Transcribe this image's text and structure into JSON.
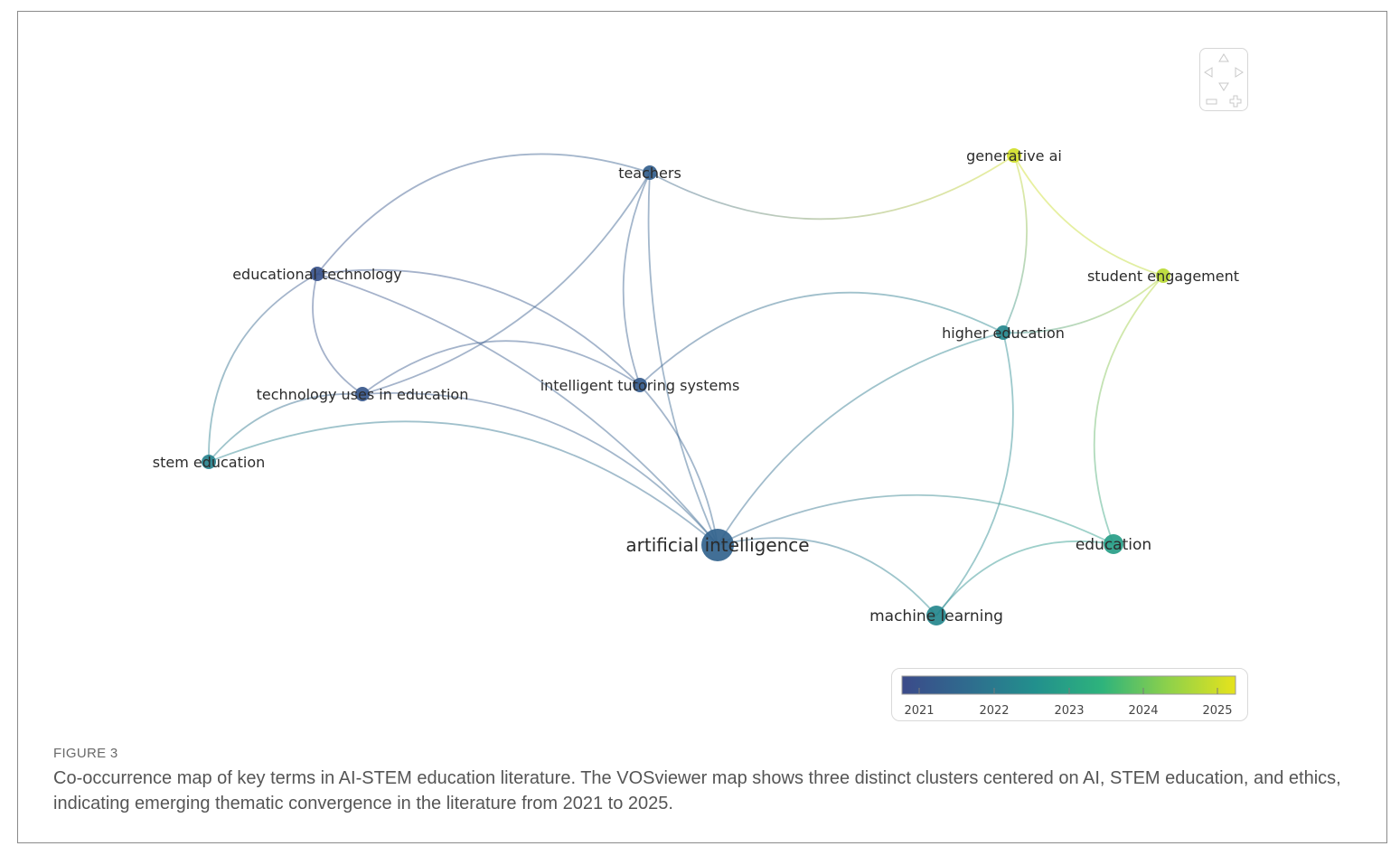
{
  "figure": {
    "label": "FIGURE 3",
    "caption": "Co-occurrence map of key terms in AI-STEM education literature. The VOSviewer map shows three distinct clusters centered on AI, STEM education, and ethics, indicating emerging thematic convergence in the literature from 2021 to 2025."
  },
  "network": {
    "nodes": [
      {
        "id": "artificial_intelligence",
        "label": "artificial intelligence",
        "year": 2021.6,
        "size": "large"
      },
      {
        "id": "teachers",
        "label": "teachers",
        "year": 2021.5,
        "size": "small"
      },
      {
        "id": "generative_ai",
        "label": "generative ai",
        "year": 2024.8,
        "size": "small"
      },
      {
        "id": "educational_technology",
        "label": "educational technology",
        "year": 2021.2,
        "size": "small"
      },
      {
        "id": "student_engagement",
        "label": "student engagement",
        "year": 2024.6,
        "size": "small"
      },
      {
        "id": "higher_education",
        "label": "higher education",
        "year": 2022.4,
        "size": "small"
      },
      {
        "id": "intelligent_tutoring_systems",
        "label": "intelligent tutoring systems",
        "year": 2021.4,
        "size": "small"
      },
      {
        "id": "technology_uses_in_education",
        "label": "technology uses in education",
        "year": 2021.3,
        "size": "small"
      },
      {
        "id": "stem_education",
        "label": "stem education",
        "year": 2022.3,
        "size": "small"
      },
      {
        "id": "education",
        "label": "education",
        "year": 2022.9,
        "size": "medium"
      },
      {
        "id": "machine_learning",
        "label": "machine learning",
        "year": 2022.4,
        "size": "medium"
      }
    ],
    "links": [
      [
        "educational_technology",
        "teachers"
      ],
      [
        "educational_technology",
        "technology_uses_in_education"
      ],
      [
        "educational_technology",
        "stem_education"
      ],
      [
        "educational_technology",
        "artificial_intelligence"
      ],
      [
        "educational_technology",
        "intelligent_tutoring_systems"
      ],
      [
        "teachers",
        "generative_ai"
      ],
      [
        "teachers",
        "technology_uses_in_education"
      ],
      [
        "teachers",
        "artificial_intelligence"
      ],
      [
        "teachers",
        "intelligent_tutoring_systems"
      ],
      [
        "generative_ai",
        "student_engagement"
      ],
      [
        "generative_ai",
        "higher_education"
      ],
      [
        "student_engagement",
        "higher_education"
      ],
      [
        "student_engagement",
        "education"
      ],
      [
        "higher_education",
        "intelligent_tutoring_systems"
      ],
      [
        "higher_education",
        "artificial_intelligence"
      ],
      [
        "higher_education",
        "machine_learning"
      ],
      [
        "technology_uses_in_education",
        "artificial_intelligence"
      ],
      [
        "technology_uses_in_education",
        "stem_education"
      ],
      [
        "technology_uses_in_education",
        "intelligent_tutoring_systems"
      ],
      [
        "stem_education",
        "artificial_intelligence"
      ],
      [
        "intelligent_tutoring_systems",
        "artificial_intelligence"
      ],
      [
        "artificial_intelligence",
        "education"
      ],
      [
        "artificial_intelligence",
        "machine_learning"
      ],
      [
        "machine_learning",
        "education"
      ]
    ]
  },
  "legend": {
    "ticks": [
      "2021",
      "2022",
      "2023",
      "2024",
      "2025"
    ],
    "colormap": [
      "#3b4a8a",
      "#2f6c8e",
      "#22908d",
      "#2eb37c",
      "#8fd14a",
      "#e6e31c"
    ]
  },
  "navigation": {
    "icons": [
      "pan-up-icon",
      "pan-left-icon",
      "pan-right-icon",
      "pan-down-icon",
      "zoom-out-icon",
      "zoom-in-icon"
    ]
  }
}
